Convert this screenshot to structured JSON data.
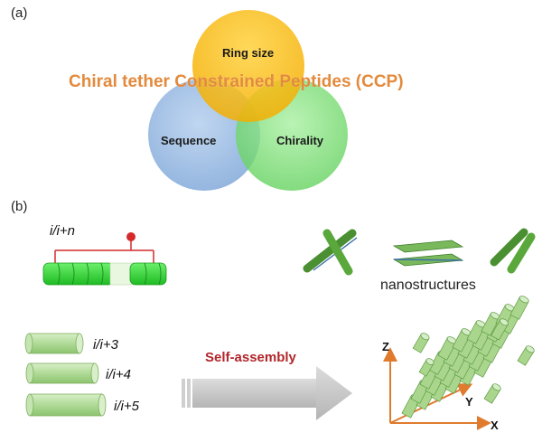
{
  "panel_a": {
    "label": "(a)",
    "circles": {
      "top": "Ring size",
      "left": "Sequence",
      "right": "Chirality"
    },
    "title": "Chiral tether Constrained Peptides (CCP)",
    "colors": {
      "ring_size": "#f5b800",
      "sequence": "#8fb4df",
      "chirality": "#7fdc7a",
      "title": "#e38a3c"
    }
  },
  "panel_b": {
    "label": "(b)",
    "tether_label": "i/i+n",
    "nanostructures_label": "nanostructures",
    "peptides": [
      "i/i+3",
      "i/i+4",
      "i/i+5"
    ],
    "self_assembly_label": "Self-assembly",
    "axes": {
      "z": "Z",
      "y": "Y",
      "x": "X"
    },
    "colors": {
      "helix": "#35d63a",
      "cylinder": "#b6dd9e",
      "nano": "#5aa83c",
      "arrow": "#c8c8c8",
      "axis": "#e07b2e",
      "tether": "#d42a2a"
    }
  }
}
